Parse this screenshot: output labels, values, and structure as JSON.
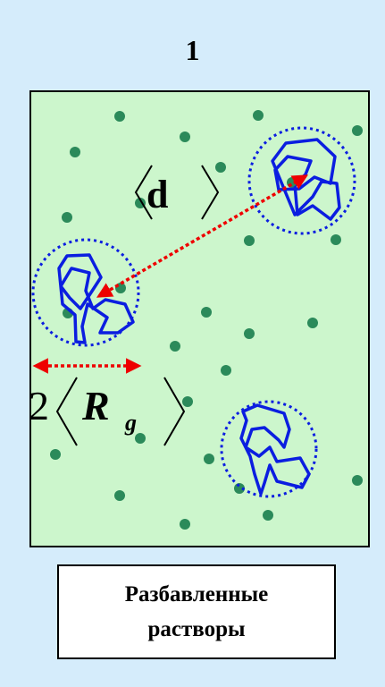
{
  "panel_number": "1",
  "caption": {
    "line1": "Разбавленные",
    "line2": "растворы"
  },
  "labels": {
    "distance": "d",
    "radius_prefix": "2",
    "radius_symbol": "R",
    "radius_subscript": "g"
  },
  "colors": {
    "background": "#d5ecfb",
    "panel_fill": "#ccf6cc",
    "dot": "#2b8a5a",
    "coil": "#0b1ee0",
    "arrow": "#ee0000"
  }
}
